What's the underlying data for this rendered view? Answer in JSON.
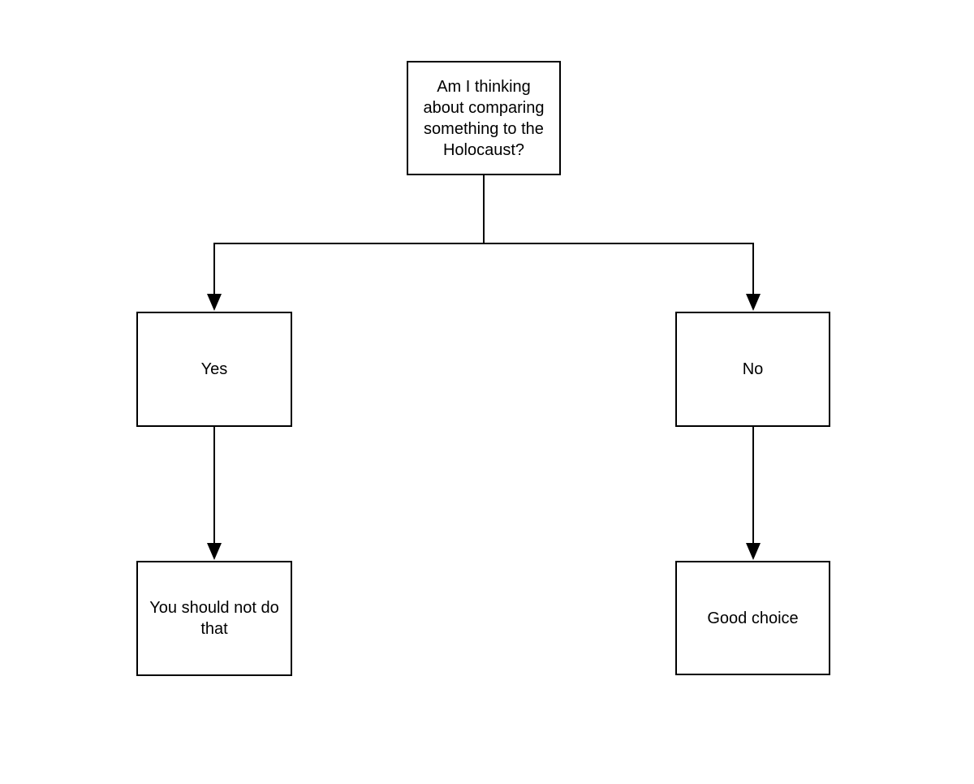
{
  "diagram": {
    "type": "flowchart",
    "colors": {
      "background": "#ffffff",
      "box_fill": "#ffffff",
      "line": "#000000",
      "text": "#000000"
    },
    "nodes": {
      "question": {
        "label": "Am I thinking\nabout comparing\nsomething to the\nHolocaust?"
      },
      "yes": {
        "label": "Yes"
      },
      "no": {
        "label": "No"
      },
      "yes_outcome": {
        "label": "You should not do\nthat"
      },
      "no_outcome": {
        "label": "Good choice"
      }
    },
    "edges": [
      {
        "from": "question",
        "to": "yes"
      },
      {
        "from": "question",
        "to": "no"
      },
      {
        "from": "yes",
        "to": "yes_outcome"
      },
      {
        "from": "no",
        "to": "no_outcome"
      }
    ]
  }
}
